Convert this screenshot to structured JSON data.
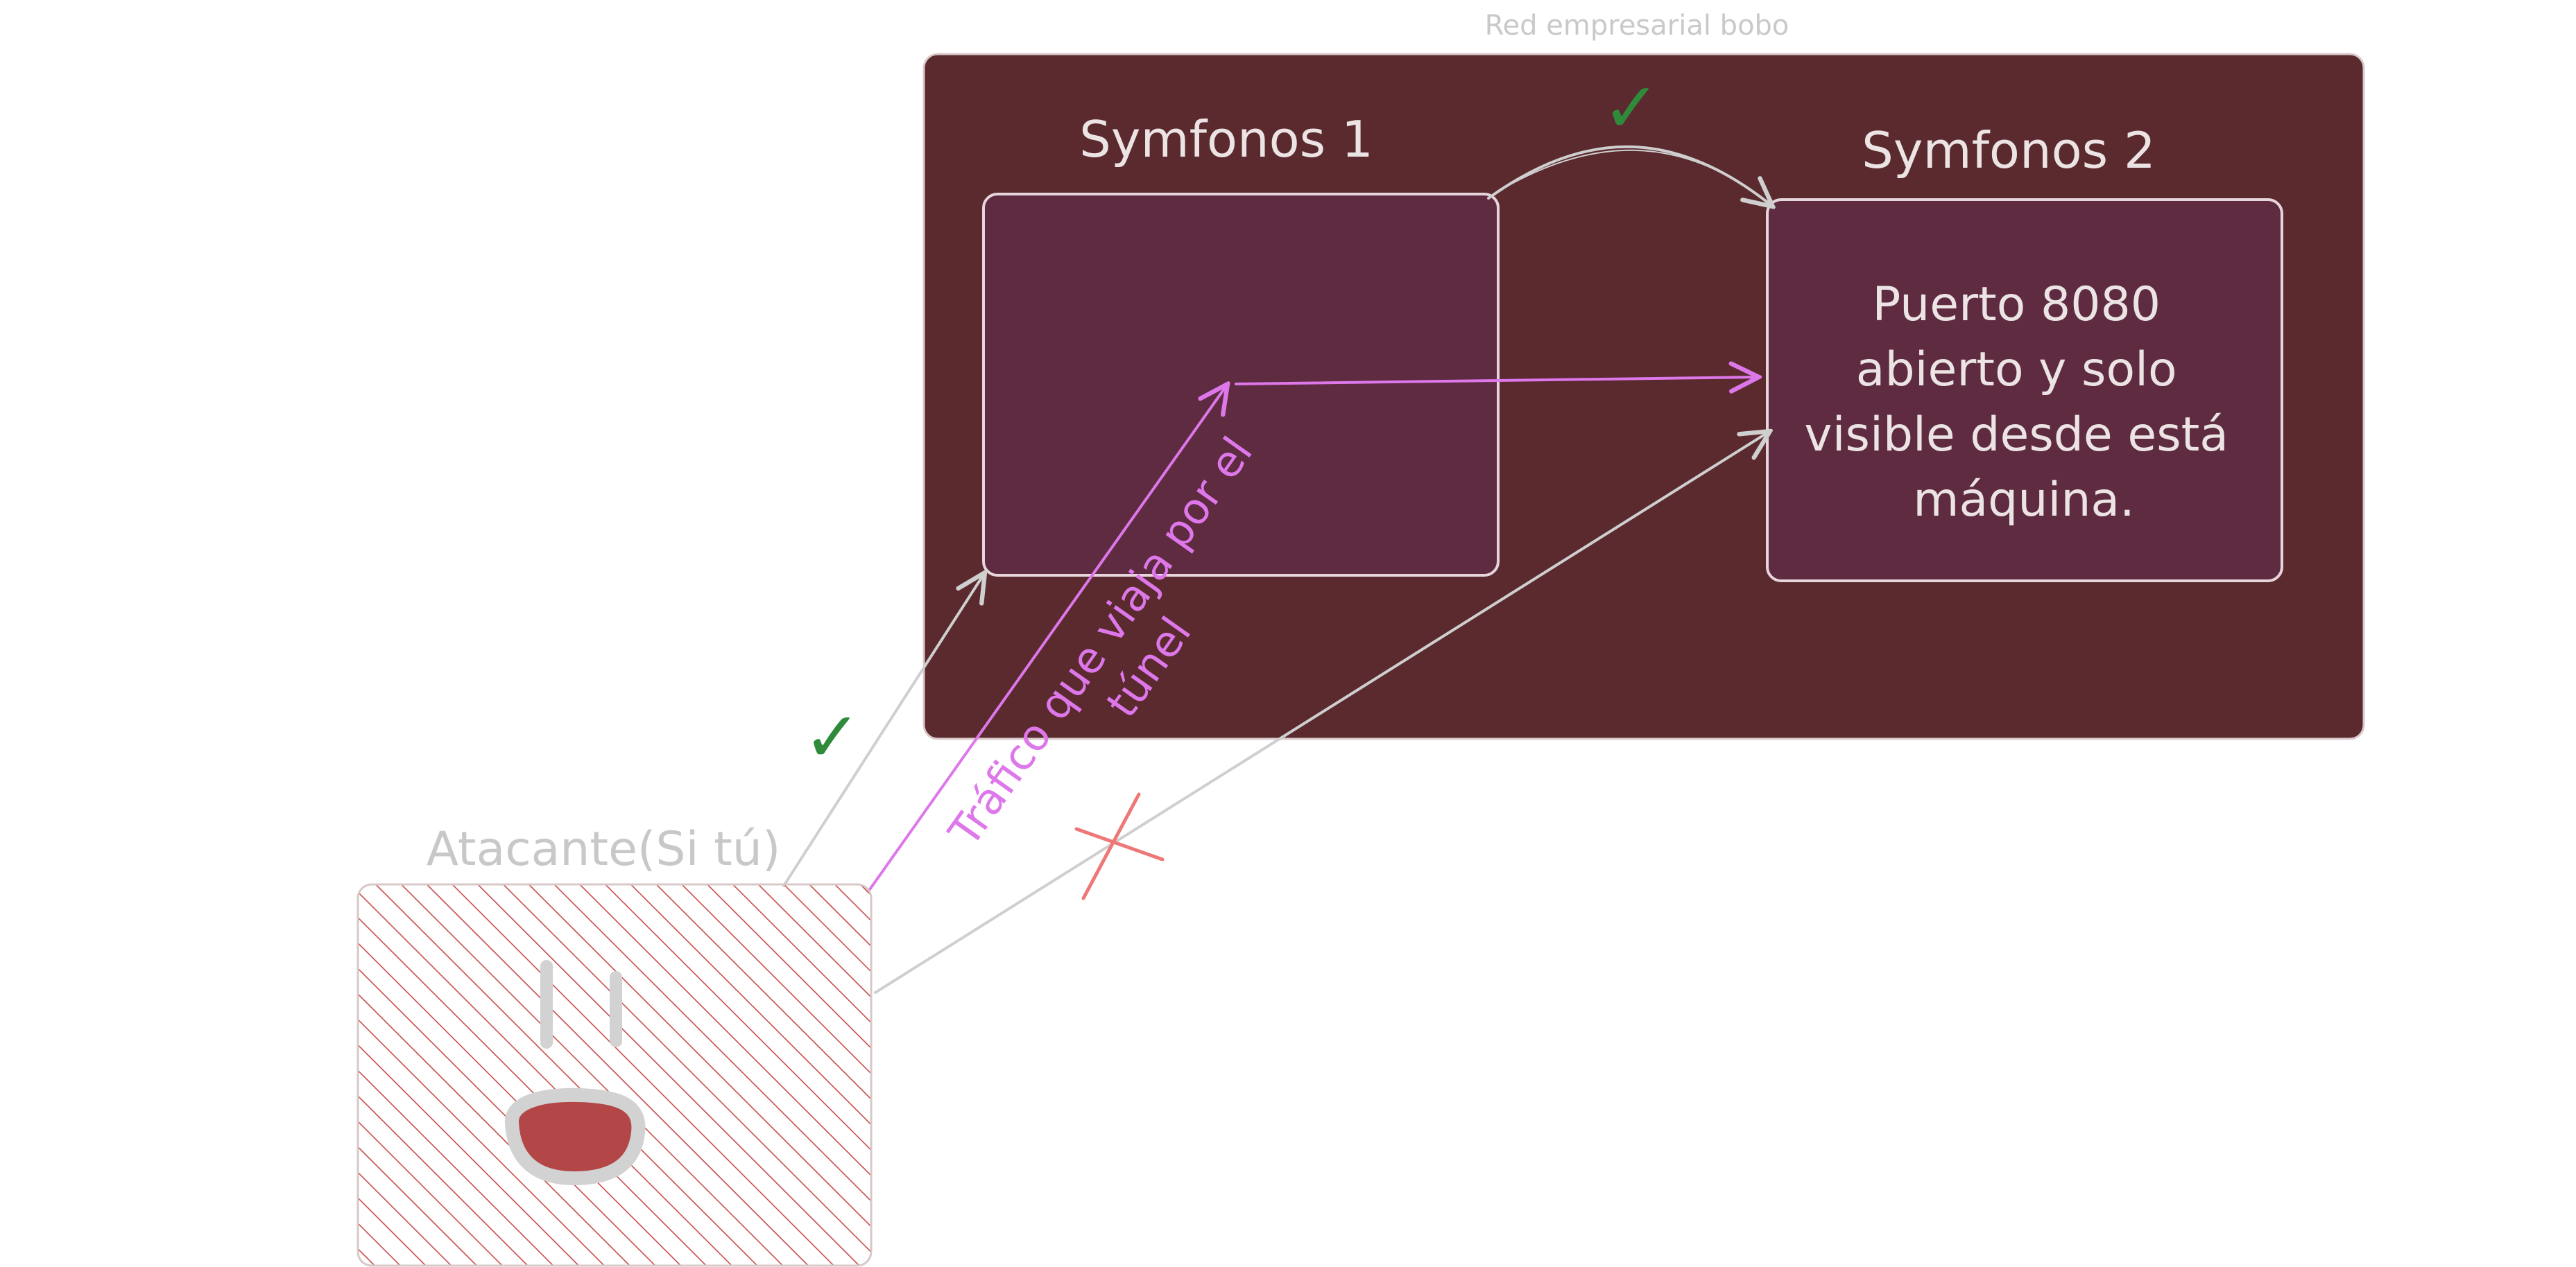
{
  "network": {
    "label": "Red empresarial bobo"
  },
  "host1": {
    "title": "Symfonos 1"
  },
  "host2": {
    "title": "Symfonos 2",
    "body_lines": [
      "Puerto 8080",
      "abierto y solo",
      "visible desde está",
      "máquina."
    ]
  },
  "attacker": {
    "label": "Atacante(Si tú)"
  },
  "tunnel": {
    "label_lines": [
      "Tráfico que viaja por el",
      "túnel"
    ]
  },
  "marks": {
    "allowed": "✓",
    "blocked": "✗"
  },
  "colors": {
    "network_fill": "#5a2a2e",
    "host_fill": "#5e2b40",
    "host_stroke": "#e6d6dc",
    "arrow_gray": "#cfcfcf",
    "tunnel_pink": "#dd77ea",
    "check_green": "#2f8a3a",
    "cross_red": "#ee7777",
    "hatch_red": "#c94b4b",
    "dot_red": "#b34646"
  }
}
